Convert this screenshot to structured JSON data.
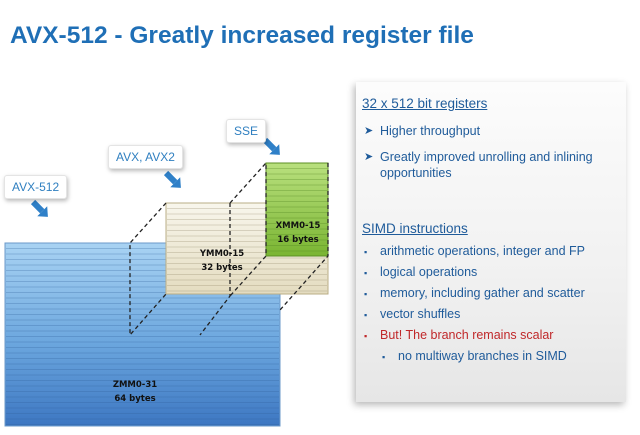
{
  "page": {
    "title": "AVX-512 - Greatly increased register file"
  },
  "callouts": {
    "avx512": "AVX-512",
    "avx2": "AVX, AVX2",
    "sse": "SSE"
  },
  "registers": {
    "zmm": {
      "name": "ZMM0-31",
      "size": "64 bytes"
    },
    "ymm": {
      "name": "YMM0-15",
      "size": "32 bytes"
    },
    "xmm": {
      "name": "XMM0-15",
      "size": "16 bytes"
    }
  },
  "panel": {
    "heading1": "32 x 512 bit registers",
    "points1": [
      "Higher throughput",
      "Greatly improved unrolling and inlining",
      "opportunities"
    ],
    "heading2": "SIMD instructions",
    "points2": [
      "arithmetic operations, integer and FP",
      "logical operations",
      "memory, including gather and scatter",
      "vector shuffles",
      "But! The branch remains scalar",
      "no multiway branches in SIMD"
    ]
  },
  "colors": {
    "title": "#1f6fb6",
    "zmm": "#4e8fd3",
    "ymm": "#ece6cf",
    "xmm": "#8fc842",
    "text": "#1f5b9a",
    "warning": "#c0282a"
  },
  "icons": {
    "callout_arrow": "arrow-down-right-icon",
    "bullet_arrow": "arrow-bullet-icon",
    "bullet_square": "square-bullet-icon"
  }
}
